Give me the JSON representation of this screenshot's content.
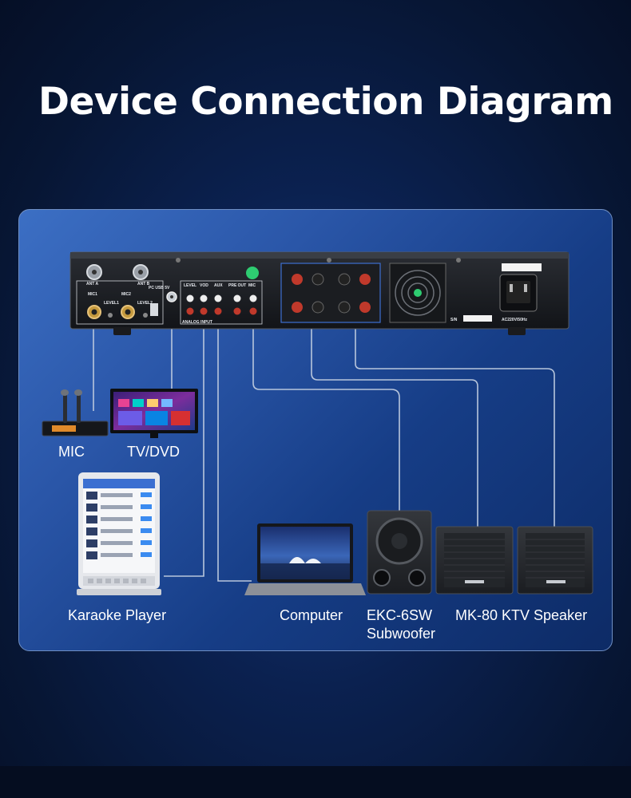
{
  "title": "Device Connection Diagram",
  "amplifier": {
    "port_labels": {
      "ant_a": "ANT A",
      "ant_b": "ANT B",
      "mic1": "MIC1",
      "mic2": "MIC2",
      "level1": "LEVEL1",
      "level2": "LEVEL2",
      "pc_usb": "PC USB 5V",
      "level": "LEVEL",
      "vod": "VOD",
      "aux": "AUX",
      "pre_out": "PRE OUT",
      "mic": "MIC",
      "analog_input": "ANALOG INPUT",
      "sn": "S/N",
      "ac": "AC220V/50Hz"
    }
  },
  "devices": {
    "mic": "MIC",
    "tv_dvd": "TV/DVD",
    "karaoke_player": "Karaoke Player",
    "computer": "Computer",
    "subwoofer_line1": "EKC-6SW",
    "subwoofer_line2": "Subwoofer",
    "speaker": "MK-80 KTV Speaker"
  },
  "colors": {
    "background": "#071634",
    "panel": "#2a56a8",
    "cable": "#b8c6dc",
    "text": "#ffffff"
  }
}
